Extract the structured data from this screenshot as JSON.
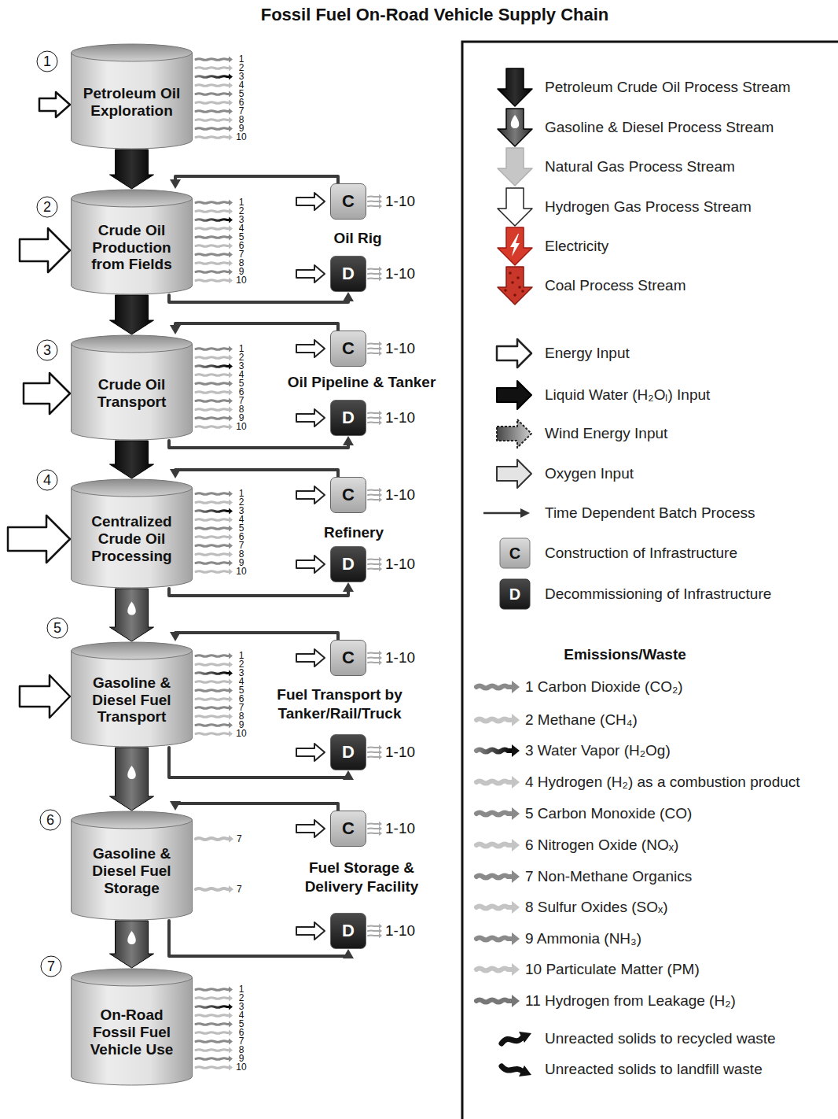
{
  "diagram": {
    "title": "Fossil Fuel On-Road Vehicle Supply Chain",
    "nodes": [
      {
        "text": [
          "Petroleum Oil Exploration"
        ]
      },
      {
        "text": [
          "Crude Oil Production from Fields"
        ]
      },
      {
        "text": [
          "C"
        ]
      },
      {
        "text": [
          "D"
        ]
      },
      {
        "text": [
          "Crude Oil Transport"
        ]
      },
      {
        "text": [
          "C"
        ]
      },
      {
        "text": [
          "D"
        ]
      },
      {
        "text": [
          "Centralized Crude Oil Processing"
        ]
      },
      {
        "text": [
          "C"
        ]
      },
      {
        "text": [
          "D"
        ]
      },
      {
        "text": [
          "Gasoline & Diesel Fuel Transport"
        ]
      },
      {
        "text": [
          "C"
        ]
      },
      {
        "text": [
          "D"
        ]
      },
      {
        "text": [
          "Gasoline & Diesel Fuel Storage"
        ]
      },
      {
        "text": [
          "C"
        ]
      },
      {
        "text": [
          "D"
        ]
      },
      {
        "text": [
          "On-Road Fossil Fuel Vehicle Use"
        ]
      }
    ],
    "edges": [
      {
        "from": 0,
        "to": 1,
        "arrow": "to"
      },
      {
        "from": 1,
        "to": 4,
        "arrow": "to"
      },
      {
        "from": 4,
        "to": 7,
        "arrow": "to"
      },
      {
        "from": 7,
        "to": 10,
        "arrow": "to"
      },
      {
        "from": 10,
        "to": 13,
        "arrow": "to"
      },
      {
        "from": 13,
        "to": 16,
        "arrow": "to"
      },
      {
        "from": 2,
        "to": 1,
        "arrow": "to"
      },
      {
        "from": 1,
        "to": 3,
        "arrow": "to"
      },
      {
        "from": 5,
        "to": 4,
        "arrow": "to"
      },
      {
        "from": 4,
        "to": 6,
        "arrow": "to"
      },
      {
        "from": 8,
        "to": 7,
        "arrow": "to"
      },
      {
        "from": 7,
        "to": 9,
        "arrow": "to"
      },
      {
        "from": 11,
        "to": 10,
        "arrow": "to"
      },
      {
        "from": 10,
        "to": 12,
        "arrow": "to"
      },
      {
        "from": 14,
        "to": 13,
        "arrow": "to"
      },
      {
        "from": 13,
        "to": 15,
        "arrow": "to"
      }
    ],
    "labels": [
      "1",
      "2",
      "3",
      "4",
      "5",
      "6",
      "7",
      "1 2 3 4 5 6 7 8 9 10",
      "1 2 3 4 5 6 7 8 9 10",
      "1 2 3 4 5 6 7 8 9 10",
      "1 2 3 4 5 6 7 8 9 10",
      "1 2 3 4 5 6 7 8 9 10",
      "1 2 3 4 5 6 7 8 9 10",
      "7",
      "7",
      "1-10",
      "1-10",
      "1-10",
      "1-10",
      "1-10",
      "1-10",
      "1-10",
      "1-10",
      "1-10",
      "1-10",
      "Oil Rig",
      "Oil Pipeline & Tanker",
      "Refinery",
      "Fuel Transport by Tanker/Rail/Truck",
      "Fuel Storage & Delivery Facility",
      "C",
      "D",
      "Emissions/Waste"
    ],
    "legend": [
      {
        "text": "Petroleum Crude Oil Process Stream"
      },
      {
        "text": "Gasoline & Diesel Process Stream"
      },
      {
        "text": "Natural Gas Process Stream"
      },
      {
        "text": "Hydrogen Gas Process Stream"
      },
      {
        "text": "Electricity"
      },
      {
        "text": "Coal Process Stream"
      },
      {
        "text": "Energy Input"
      },
      {
        "text": "Liquid Water (H₂Oₗ) Input"
      },
      {
        "text": "Wind Energy Input"
      },
      {
        "text": "Oxygen Input"
      },
      {
        "text": "Time Dependent Batch Process"
      },
      {
        "text": "Construction of Infrastructure"
      },
      {
        "text": "Decommissioning of Infrastructure"
      },
      {
        "text": "1 Carbon Dioxide (CO₂)"
      },
      {
        "text": "2 Methane (CH₄)"
      },
      {
        "text": "3 Water Vapor (H₂Og)"
      },
      {
        "text": "4 Hydrogen (H₂) as a combustion product"
      },
      {
        "text": "5 Carbon Monoxide (CO)"
      },
      {
        "text": "6 Nitrogen Oxide (NOₓ)"
      },
      {
        "text": "7 Non-Methane Organics"
      },
      {
        "text": "8 Sulfur Oxides (SOₓ)"
      },
      {
        "text": "9 Ammonia (NH₃)"
      },
      {
        "text": "10 Particulate Matter (PM)"
      },
      {
        "text": "11 Hydrogen from Leakage (H₂)"
      },
      {
        "text": "Unreacted solids to recycled waste"
      },
      {
        "text": "Unreacted solids to landfill waste"
      }
    ]
  }
}
